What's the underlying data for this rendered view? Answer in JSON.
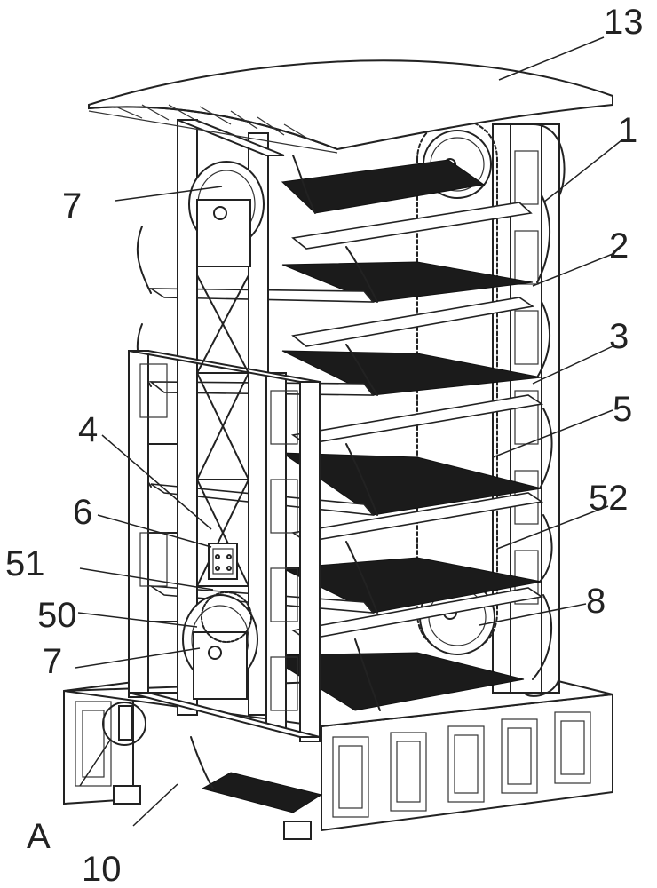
{
  "labels": {
    "l13": "13",
    "l1": "1",
    "l7a": "7",
    "l2": "2",
    "l3": "3",
    "l5": "5",
    "l4": "4",
    "l6": "6",
    "l52": "52",
    "l51": "51",
    "l50": "50",
    "l8": "8",
    "l7b": "7",
    "lA": "A",
    "l10": "10"
  }
}
